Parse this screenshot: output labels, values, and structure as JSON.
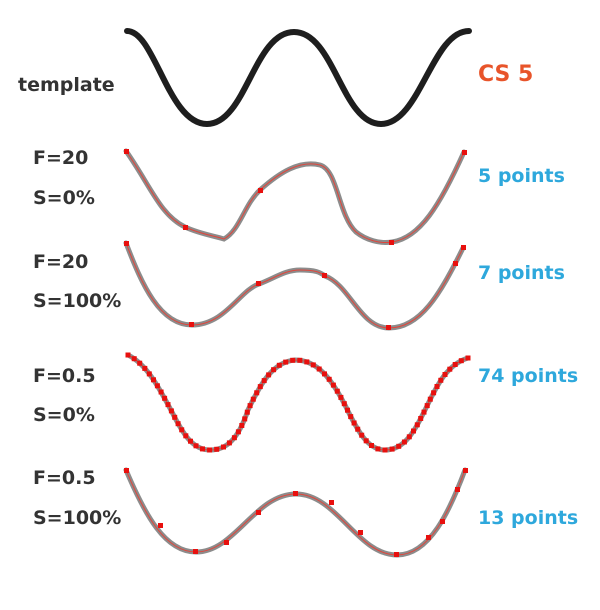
{
  "template": {
    "label": "template",
    "badge": "CS 5",
    "badge_color": "#e8542a"
  },
  "colors": {
    "label": "#333333",
    "count": "#2ea8dc",
    "template_stroke": "#1e1e1e",
    "curve_stroke": "#8c8c8c",
    "inner_stroke": "#e0463c",
    "point": "#e8100e"
  },
  "rows": [
    {
      "f_label": "F=20",
      "s_label": "S=0%",
      "count_label": "5 points",
      "points": 5
    },
    {
      "f_label": "F=20",
      "s_label": "S=100%",
      "count_label": "7 points",
      "points": 7
    },
    {
      "f_label": "F=0.5",
      "s_label": "S=0%",
      "count_label": "74 points",
      "points": 74
    },
    {
      "f_label": "F=0.5",
      "s_label": "S=100%",
      "count_label": "13 points",
      "points": 13
    }
  ]
}
